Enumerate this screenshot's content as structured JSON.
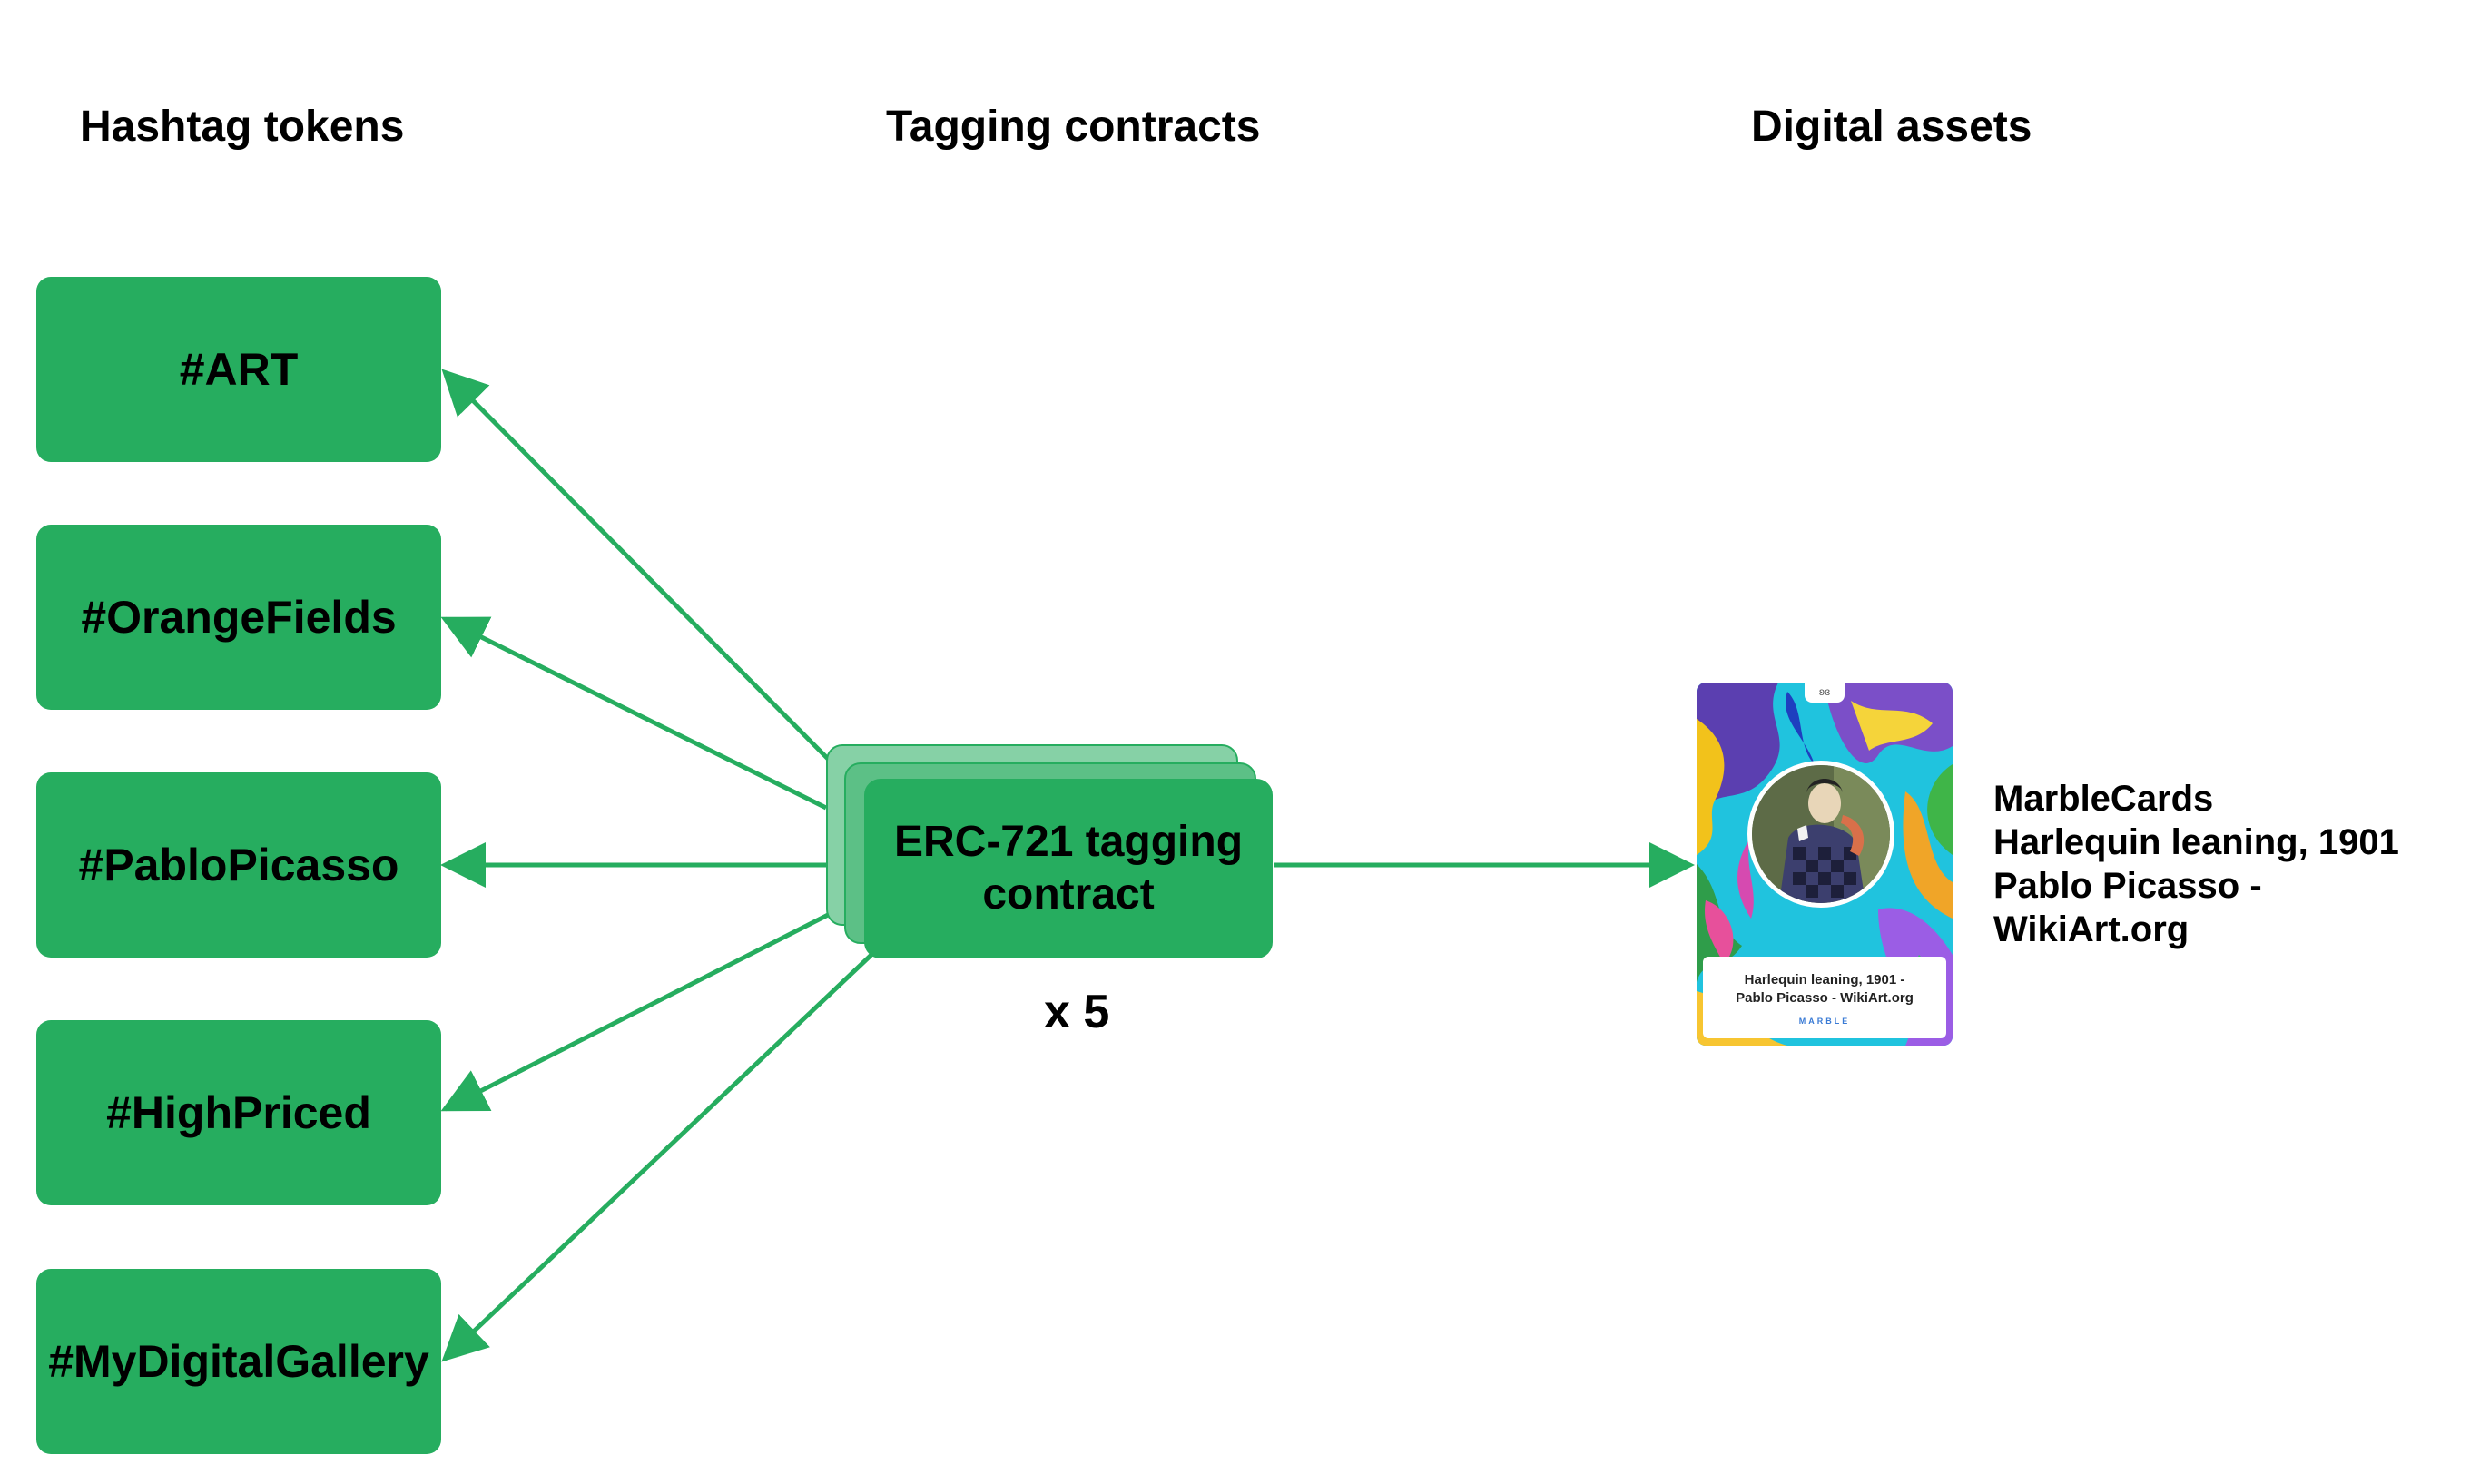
{
  "columns": {
    "tokens": "Hashtag tokens",
    "contracts": "Tagging contracts",
    "assets": "Digital assets"
  },
  "hashtag_tokens": [
    "#ART",
    "#OrangeFields",
    "#PabloPicasso",
    "#HighPriced",
    "#MyDigitalGallery"
  ],
  "contract": {
    "label_line1": "ERC-721 tagging",
    "label_line2": "contract",
    "count": "x 5"
  },
  "asset": {
    "card_caption": "Harlequin leaning, 1901 -\nPablo Picasso - WikiArt.org",
    "card_brand": "MARBLE",
    "card_badge": "ʚɞ",
    "label_lines": [
      "MarbleCards",
      "Harlequin leaning, 1901",
      "Pablo Picasso -",
      "WikiArt.org"
    ]
  },
  "colors": {
    "token_green": "#26ad5f",
    "arrow_green": "#26ad5f"
  }
}
